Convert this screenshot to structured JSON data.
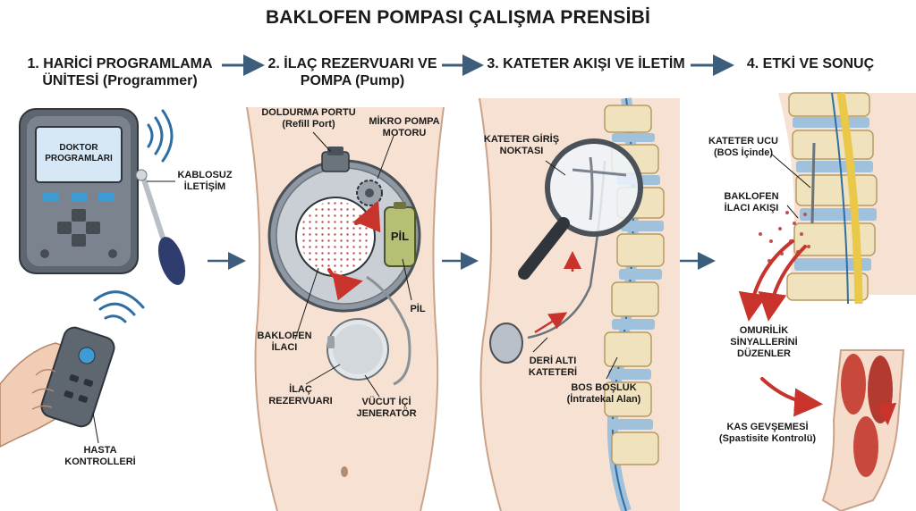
{
  "title": "BAKLOFEN POMPASI ÇALIŞMA PRENSİBİ",
  "steps": [
    {
      "line1": "1. HARİCİ PROGRAMLAMA",
      "line2": "ÜNİTESİ (Programmer)"
    },
    {
      "line1": "2. İLAÇ REZERVUARI VE",
      "line2": "POMPA (Pump)"
    },
    {
      "line1": "3. KATETER AKIŞI VE İLETİM",
      "line2": ""
    },
    {
      "line1": "4. ETKİ VE SONUÇ",
      "line2": ""
    }
  ],
  "panel1": {
    "screen_line1": "DOKTOR",
    "screen_line2": "PROGRAMLARI",
    "wireless_line1": "KABLOSUZ",
    "wireless_line2": "İLETİŞİM",
    "patient_line1": "HASTA",
    "patient_line2": "KONTROLLERİ"
  },
  "panel2": {
    "refill_line1": "DOLDURMA PORTU",
    "refill_line2": "(Refill Port)",
    "motor_line1": "MİKRO POMPA",
    "motor_line2": "MOTORU",
    "battery_inner": "PİL",
    "battery_label": "PİL",
    "drug_line1": "BAKLOFEN",
    "drug_line2": "İLACI",
    "reservoir_line1": "İLAÇ",
    "reservoir_line2": "REZERVUARI",
    "generator_line1": "VÜCUT İÇİ",
    "generator_line2": "JENERATÖR"
  },
  "panel3": {
    "entry_line1": "KATETER GİRİŞ",
    "entry_line2": "NOKTASI",
    "subq_line1": "DERİ ALTI",
    "subq_line2": "KATETERİ",
    "csf_line1": "BOS BOŞLUK",
    "csf_line2": "(İntratekal Alan)"
  },
  "panel4": {
    "tip_line1": "KATETER UCU",
    "tip_line2": "(BOS İçinde)",
    "flow_line1": "BAKLOFEN",
    "flow_line2": "İLACI AKIŞI",
    "signal_line1": "OMURİLİK",
    "signal_line2": "SİNYALLERİNİ",
    "signal_line3": "DÜZENLER",
    "muscle_line1": "KAS GEVŞEMESİ",
    "muscle_line2": "(Spastisite Kontrolü)"
  },
  "colors": {
    "arrow": "#3c5d7c",
    "red_arrow": "#c8332b",
    "skin": "#f6ddcb",
    "device": "#5e6670",
    "bone": "#efe2bd",
    "disc": "#9fc1dc"
  }
}
